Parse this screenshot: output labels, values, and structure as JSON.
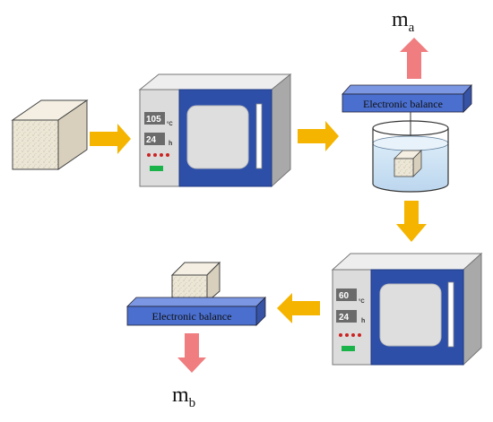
{
  "balance_top": {
    "label": "Electronic balance"
  },
  "balance_bottom": {
    "label": "Electronic balance"
  },
  "oven_1": {
    "temperature": "105",
    "temperature_unit": "°C",
    "duration": "24",
    "duration_unit": "h"
  },
  "oven_2": {
    "temperature": "60",
    "temperature_unit": "°C",
    "duration": "24",
    "duration_unit": "h"
  },
  "mass_a": {
    "base": "m",
    "subscript": "a"
  },
  "mass_b": {
    "base": "m",
    "subscript": "b"
  },
  "colors": {
    "flow_arrow": "#f5b400",
    "mass_arrow": "#f07d80",
    "balance": "#4a6fcf",
    "oven_door": "#2e4fa8",
    "oven_body": "#dcdcdc",
    "water": "#cfe3f5",
    "sample": "#ece6d6",
    "indicator_green": "#19b34a",
    "indicator_red": "#cc2222"
  },
  "icons": [
    "sample-cube-icon",
    "oven-icon",
    "water-beaker-icon",
    "electronic-balance-icon"
  ]
}
